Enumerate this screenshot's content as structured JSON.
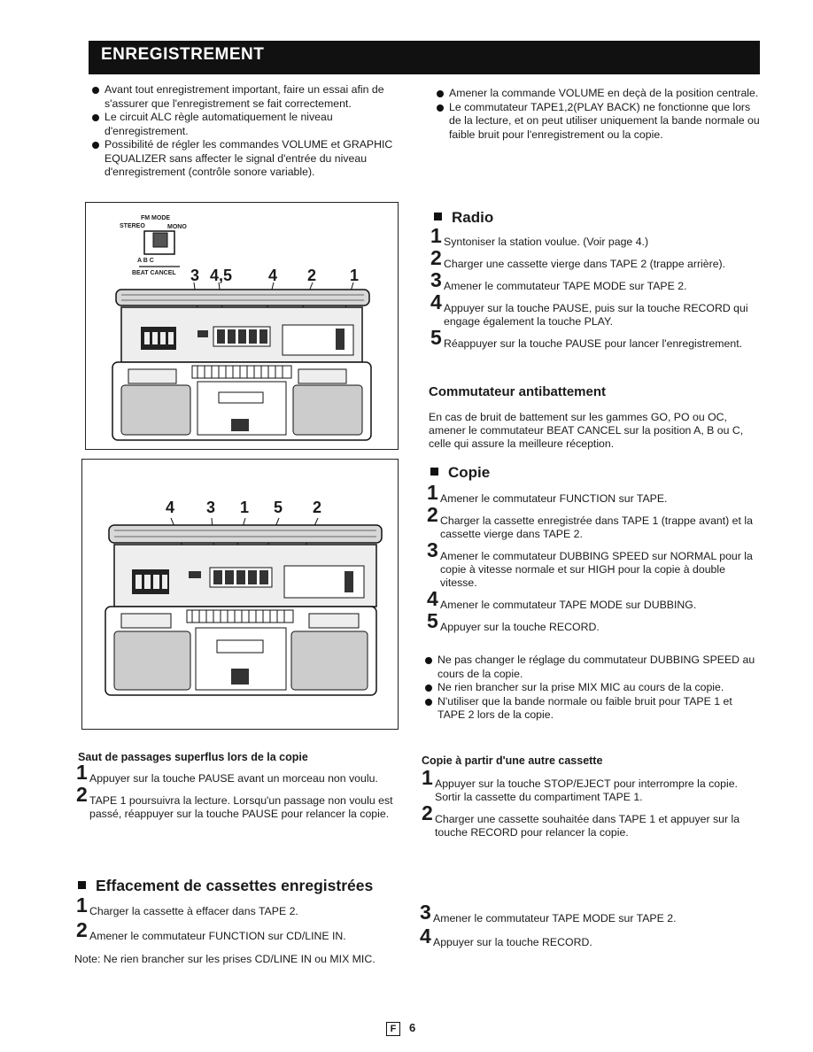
{
  "header": {
    "title": "ENREGISTREMENT"
  },
  "intro_left": [
    "Avant tout enregistrement important, faire un essai afin de s'assurer que l'enregistrement se fait correctement.",
    "Le circuit ALC règle automatiquement le niveau d'enregistrement.",
    "Possibilité de régler les commandes VOLUME et GRAPHIC EQUALIZER sans affecter le signal d'entrée du niveau d'enregistrement (contrôle sonore variable)."
  ],
  "intro_right": [
    "Amener la commande VOLUME en deçà de la position centrale.",
    "Le commutateur TAPE1,2(PLAY BACK) ne fonctionne que lors de la lecture, et on peut utiliser uniquement la bande normale ou faible bruit pour l'enregistrement ou la copie."
  ],
  "figure1": {
    "switch_label": "FM MODE",
    "stereo": "STEREO",
    "mono": "MONO",
    "abc": "A  B  C",
    "beat_cancel": "BEAT CANCEL",
    "callouts": [
      "3",
      "4,5",
      "4",
      "2",
      "1"
    ]
  },
  "figure2": {
    "callouts": [
      "4",
      "3",
      "1",
      "5",
      "2"
    ]
  },
  "radio": {
    "title": "Radio",
    "steps": [
      {
        "n": "1",
        "text": "Syntoniser la station voulue. (Voir page 4.)"
      },
      {
        "n": "2",
        "text": "Charger une cassette vierge dans TAPE 2 (trappe arrière)."
      },
      {
        "n": "3",
        "text": "Amener le commutateur TAPE MODE sur TAPE 2."
      },
      {
        "n": "4",
        "text": "Appuyer sur la touche PAUSE, puis sur la touche RECORD qui engage également la touche PLAY."
      },
      {
        "n": "5",
        "text": "Réappuyer sur la touche PAUSE pour lancer l'enregistrement."
      }
    ]
  },
  "antibattement": {
    "title": "Commutateur antibattement",
    "text": "En cas de bruit de battement sur les gammes GO, PO ou OC, amener le commutateur BEAT CANCEL sur la position A, B ou C, celle qui assure la meilleure réception."
  },
  "copie": {
    "title": "Copie",
    "steps": [
      {
        "n": "1",
        "text": "Amener le commutateur FUNCTION sur TAPE."
      },
      {
        "n": "2",
        "text": "Charger la cassette enregistrée dans TAPE 1 (trappe avant) et la cassette vierge dans TAPE 2."
      },
      {
        "n": "3",
        "text": "Amener le commutateur DUBBING SPEED sur NORMAL pour la copie à vitesse normale et sur HIGH pour la copie à double vitesse."
      },
      {
        "n": "4",
        "text": "Amener le commutateur TAPE MODE sur DUBBING."
      },
      {
        "n": "5",
        "text": "Appuyer sur la touche RECORD."
      }
    ],
    "notes": [
      "Ne pas changer le réglage du commutateur DUBBING SPEED au cours de la copie.",
      "Ne rien brancher sur la prise MIX MIC au cours de la copie.",
      "N'utiliser que la bande normale ou faible bruit pour TAPE 1 et TAPE 2 lors de la copie."
    ]
  },
  "saut": {
    "title": "Saut de passages superflus lors de la copie",
    "steps": [
      {
        "n": "1",
        "text": "Appuyer sur la touche PAUSE avant un morceau non voulu."
      },
      {
        "n": "2",
        "text": "TAPE 1 poursuivra la lecture. Lorsqu'un passage non voulu est passé, réappuyer sur la touche PAUSE pour relancer la copie."
      }
    ]
  },
  "autre": {
    "title": "Copie à partir d'une autre cassette",
    "steps": [
      {
        "n": "1",
        "text": "Appuyer sur la touche STOP/EJECT pour interrompre la copie. Sortir la cassette du compartiment TAPE 1."
      },
      {
        "n": "2",
        "text": "Charger une cassette souhaitée dans TAPE 1 et appuyer sur la touche RECORD pour relancer la copie."
      }
    ]
  },
  "effacement": {
    "title": "Effacement de cassettes enregistrées",
    "steps_left": [
      {
        "n": "1",
        "text": "Charger la cassette à effacer dans TAPE 2."
      },
      {
        "n": "2",
        "text": "Amener le commutateur FUNCTION sur CD/LINE IN."
      }
    ],
    "note": "Note: Ne rien brancher sur les prises CD/LINE IN ou MIX MIC.",
    "steps_right": [
      {
        "n": "3",
        "text": "Amener le commutateur TAPE MODE sur TAPE 2."
      },
      {
        "n": "4",
        "text": "Appuyer sur la touche RECORD."
      }
    ]
  },
  "footer": {
    "lang": "F",
    "page": "6"
  }
}
